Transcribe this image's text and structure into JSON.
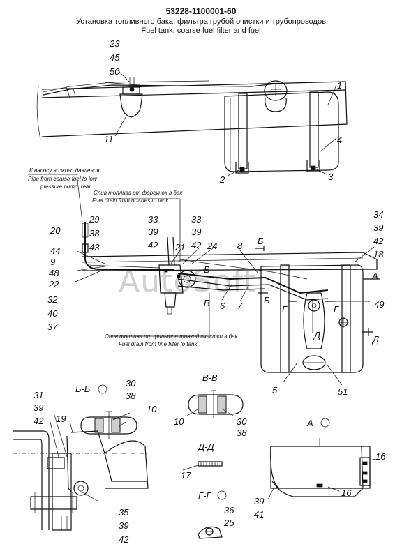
{
  "title": {
    "code": "53228-1100001-60",
    "ru": "Установка топливного бака, фильтра грубой очистки и трубопроводов",
    "en": "Fuel tank, coarse fuel filter and fuel"
  },
  "watermark": "AutoSoft",
  "notes": {
    "pump_ru": "К насосу низкого давления",
    "pump_en1": "Pipe from coarse fuel to low",
    "pump_en2": "pressure pump, rear",
    "nozzle_ru": "Слив топлива от форсунок в бак",
    "nozzle_en": "Fuel drain from nozzles to tank",
    "filter_ru": "Слив топлива от фильтра тонкой очистки в бак",
    "filter_en": "Fuel drain from fine filter to tank"
  },
  "sections": {
    "bb": "Б-Б",
    "vv": "В-В",
    "dd": "Д-Д",
    "gg": "Г-Г",
    "a": "А"
  },
  "labels": {
    "n23": "23",
    "n45": "45",
    "n50": "50",
    "n11": "11",
    "n1": "1",
    "n4": "4",
    "n2": "2",
    "n3": "3",
    "n29": "29",
    "n38a": "38",
    "n20": "20",
    "n44": "44",
    "n43": "43",
    "n9": "9",
    "n48": "48",
    "n22": "22",
    "n32": "32",
    "n40": "40",
    "n37": "37",
    "n33a": "33",
    "n39a": "39",
    "n42a": "42",
    "n21": "21",
    "n33b": "33",
    "n39b": "39",
    "n42b": "42",
    "n24": "24",
    "n8": "8",
    "n34": "34",
    "n39c": "39",
    "n42c": "42",
    "n18": "18",
    "sB1": "Б",
    "sB2": "Б",
    "sV1": "В",
    "sV2": "В",
    "sG1": "Г",
    "sG2": "Г",
    "sD1": "Д",
    "sD2": "Д",
    "sA": "А",
    "n6": "6",
    "n7": "7",
    "n49": "49",
    "n5": "5",
    "n51": "51",
    "n31": "31",
    "n39d": "39",
    "n42d": "42",
    "n19": "19",
    "n30a": "30",
    "n38b": "38",
    "n10a": "10",
    "n35": "35",
    "n39e": "39",
    "n42e": "42",
    "n10b": "10",
    "n30b": "30",
    "n38c": "38",
    "n17": "17",
    "n36": "36",
    "n25": "25",
    "n16a": "16",
    "n16b": "16",
    "n39f": "39",
    "n41": "41"
  }
}
